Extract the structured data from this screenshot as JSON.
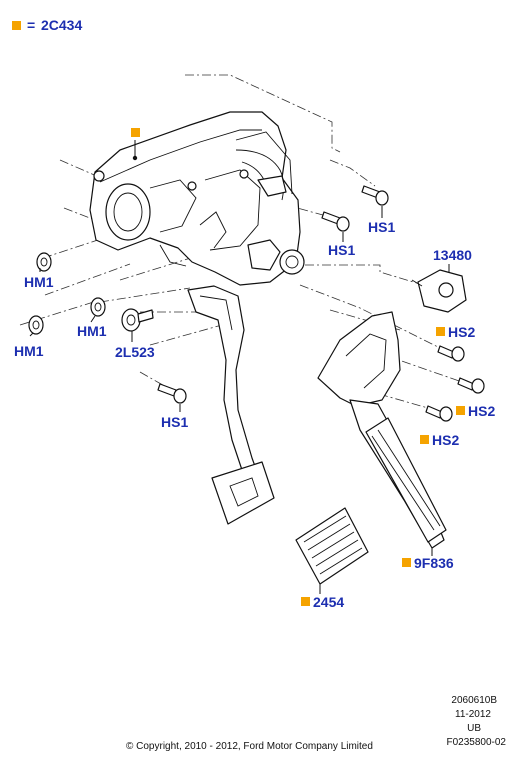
{
  "legend": {
    "equals": "=",
    "code": "2C434"
  },
  "callouts": {
    "hm1_upper": "HM1",
    "hm1_mid": "HM1",
    "hm1_lower": "HM1",
    "l2523": "2L523",
    "hs1_top": "HS1",
    "hs1_mid": "HS1",
    "hs1_low": "HS1",
    "p13480": "13480",
    "hs2_a": "HS2",
    "hs2_b": "HS2",
    "hs2_c": "HS2",
    "p9f836": "9F836",
    "p2454": "2454"
  },
  "footer": {
    "ref1": "2060610B",
    "date": "11-2012",
    "region": "UB",
    "ref2": "F0235800-02",
    "copyright": "© Copyright, 2010 - 2012, Ford Motor Company Limited"
  },
  "colors": {
    "label": "#1d2fb0",
    "marker": "#f5a300"
  }
}
